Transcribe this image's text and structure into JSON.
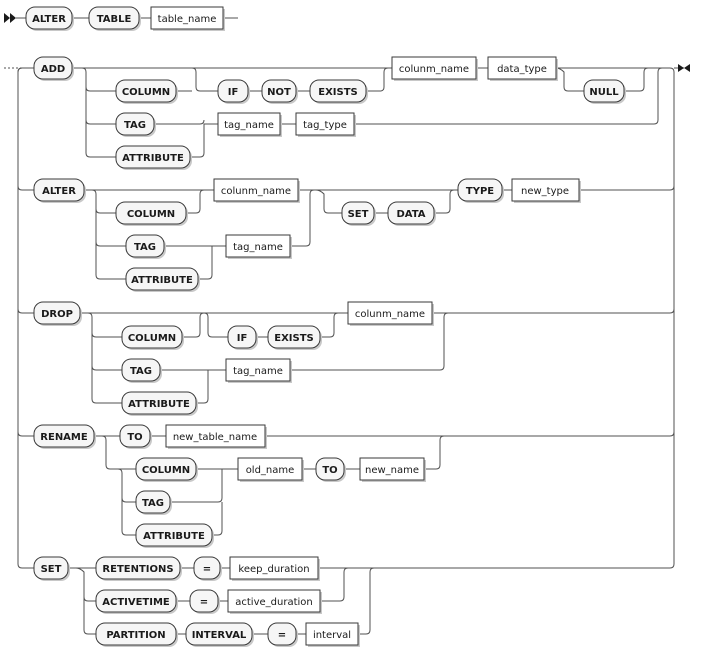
{
  "diagram": {
    "header": {
      "alter": "ALTER",
      "table": "TABLE",
      "table_name": "table_name"
    },
    "add": {
      "add": "ADD",
      "column": "COLUMN",
      "if": "IF",
      "not": "NOT",
      "exists": "EXISTS",
      "column_name": "colunm_name",
      "data_type": "data_type",
      "null": "NULL",
      "tag": "TAG",
      "attribute": "ATTRIBUTE",
      "tag_name": "tag_name",
      "tag_type": "tag_type"
    },
    "alter": {
      "alter": "ALTER",
      "column": "COLUMN",
      "column_name": "colunm_name",
      "set": "SET",
      "data": "DATA",
      "type": "TYPE",
      "new_type": "new_type",
      "tag": "TAG",
      "attribute": "ATTRIBUTE",
      "tag_name": "tag_name"
    },
    "drop": {
      "drop": "DROP",
      "column": "COLUMN",
      "if": "IF",
      "exists": "EXISTS",
      "column_name": "colunm_name",
      "tag": "TAG",
      "attribute": "ATTRIBUTE",
      "tag_name": "tag_name"
    },
    "rename": {
      "rename": "RENAME",
      "to": "TO",
      "new_table_name": "new_table_name",
      "column": "COLUMN",
      "tag": "TAG",
      "attribute": "ATTRIBUTE",
      "old_name": "old_name",
      "to2": "TO",
      "new_name": "new_name"
    },
    "set": {
      "set": "SET",
      "retentions": "RETENTIONS",
      "eq1": "=",
      "keep_duration": "keep_duration",
      "activetime": "ACTIVETIME",
      "eq2": "=",
      "active_duration": "active_duration",
      "partition": "PARTITION",
      "interval_kw": "INTERVAL",
      "eq3": "=",
      "interval": "interval"
    }
  }
}
